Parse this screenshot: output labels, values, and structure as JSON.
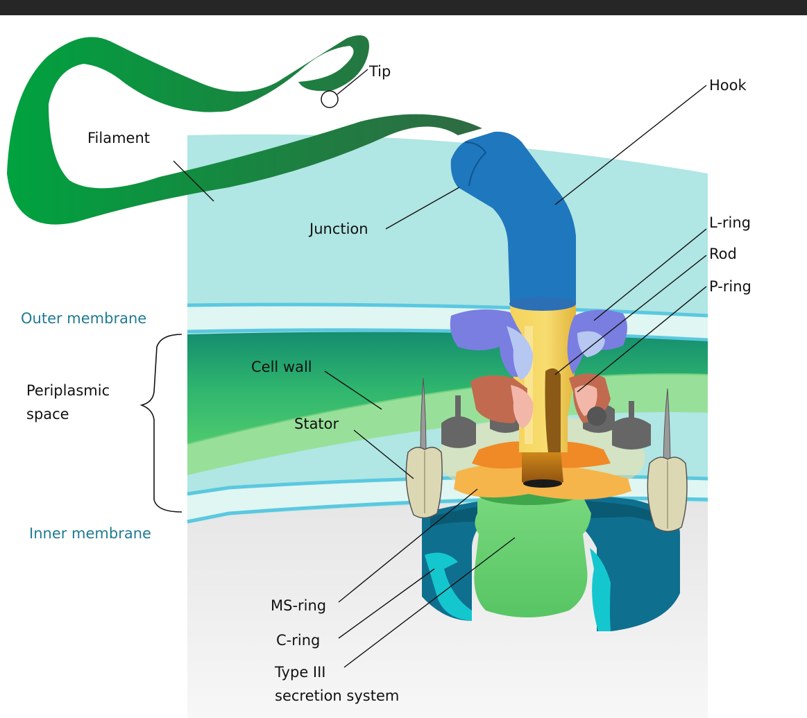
{
  "diagram": {
    "labels": {
      "tip": "Tip",
      "filament": "Filament",
      "hook": "Hook",
      "junction": "Junction",
      "l_ring": "L-ring",
      "rod": "Rod",
      "p_ring": "P-ring",
      "outer_membrane": "Outer membrane",
      "periplasmic_space_line1": "Periplasmic",
      "periplasmic_space_line2": "space",
      "cell_wall": "Cell wall",
      "stator": "Stator",
      "inner_membrane": "Inner membrane",
      "ms_ring": "MS-ring",
      "c_ring": "C-ring",
      "type3_line1": "Type III",
      "type3_line2": "secretion system"
    },
    "colors": {
      "frame": "#262626",
      "filament": "#00a23f",
      "filament_dark": "#2d6a3f",
      "hook": "#1f77bd",
      "outer_space": "#b0e6e4",
      "membrane_line": "#5bc8e0",
      "cell_wall": "#98e09a",
      "periplasm_dark": "#148d6f",
      "cytoplasm": "#e4e4e4",
      "rod": "#f2c94c",
      "l_ring": "#7a7ee0",
      "p_ring": "#c26a4f",
      "ms_ring": "#f5b54a",
      "c_ring": "#0f6f8f",
      "type3": "#64d070",
      "stator": "#ddd8b4",
      "membrane_text": "#1f7a94"
    }
  }
}
